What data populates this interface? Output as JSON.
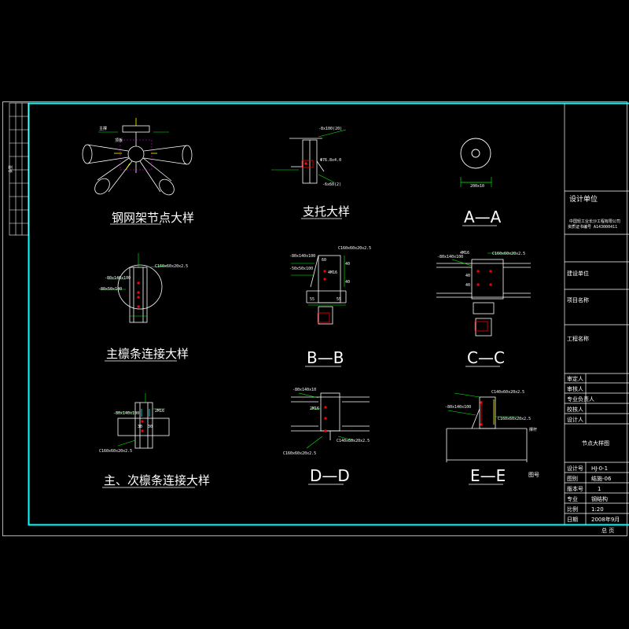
{
  "colors": {
    "background": "#000000",
    "frame": "#00ffff",
    "white_lines": "#ffffff",
    "dimension": "#00ff00",
    "bolt": "#ff0000",
    "member": "#ffff00"
  },
  "details": {
    "d1": {
      "title": "钢网架节点大样",
      "callouts": [
        "顶板",
        "主撑"
      ]
    },
    "d2": {
      "title": "支托大样",
      "callouts": [
        "-8x100(20)",
        "Φ76.8x4.0",
        "-6x60(2)"
      ]
    },
    "d3": {
      "title": "A—A",
      "dims": [
        "200x10"
      ]
    },
    "d4": {
      "title": "主檩条连接大样",
      "callouts": [
        "C160x60x20x2.5",
        "-80x140x100",
        "-80x50x100"
      ]
    },
    "d5": {
      "title": "B—B",
      "callouts": [
        "C160x60x20x2.5",
        "-80x140x100",
        "-50x50x100"
      ],
      "dims": [
        "60",
        "4M16",
        "40",
        "40",
        "55",
        "55"
      ]
    },
    "d6": {
      "title": "C—C",
      "callouts": [
        "4M16",
        "C160x60x20x2.5",
        "-80x140x100"
      ],
      "dims": [
        "40",
        "40"
      ]
    },
    "d7": {
      "title": "主、次檩条连接大样",
      "callouts": [
        "-80x140x100",
        "2M16",
        "C160x60x20x2.5"
      ],
      "dims": [
        "30",
        "30"
      ]
    },
    "d8": {
      "title": "D—D",
      "callouts": [
        "-80x140x10",
        "2M16",
        "C160x60x20x2.5",
        "C140x60x20x2.5"
      ]
    },
    "d9": {
      "title": "E—E",
      "callouts": [
        "C140x60x20x2.5",
        "-80x140x100",
        "C160x60x20x2.5"
      ],
      "label": "撑杆"
    }
  },
  "title_block": {
    "design_unit": "设计单位",
    "company_line1": "中国轻工业长沙工程有限公司",
    "company_line2": "资质证书编号  A143000411",
    "build_unit": "建设单位",
    "project_name": "项目名称",
    "sub_project": "工程名称",
    "roles": [
      "审定人",
      "审核人",
      "专业负责人",
      "校核人",
      "设计人"
    ],
    "drawing_name": "节点大样图",
    "fields": [
      {
        "label": "设计号",
        "value": "HJ-0-1"
      },
      {
        "label": "图别",
        "value": "结施-06"
      },
      {
        "label": "版本号",
        "value": "1"
      },
      {
        "label": "专业",
        "value": "钢结构"
      },
      {
        "label": "比例",
        "value": "1:20"
      },
      {
        "label": "日期",
        "value": "2008年9月"
      }
    ],
    "page_note": "总 页",
    "stamp_label": "图号"
  },
  "side_strip_label": "会签"
}
